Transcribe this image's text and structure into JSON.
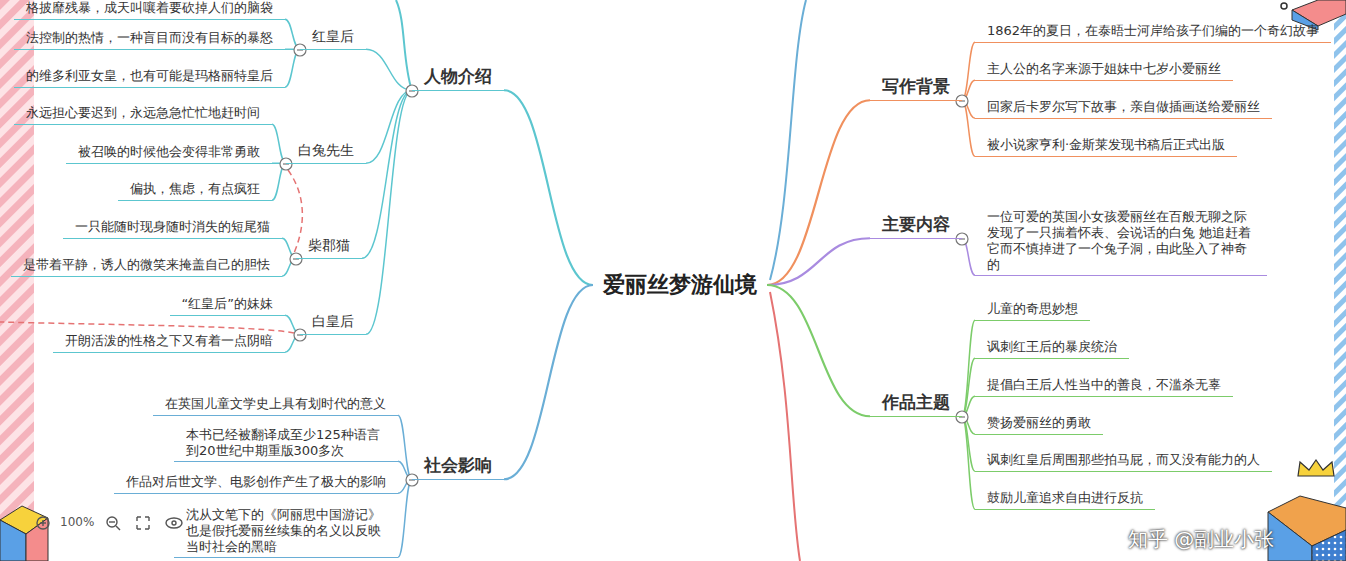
{
  "diagram": {
    "nodes": [
      {
        "text": [
          "爱丽丝梦游仙境"
        ]
      },
      {
        "text": [
          "人物介绍"
        ]
      },
      {
        "text": [
          "红皇后"
        ]
      },
      {
        "text": [
          "格披靡残暴，成天叫嚷着要砍掉人们的脑袋"
        ]
      },
      {
        "text": [
          "法控制的热情，一种盲目而没有目标的暴怒"
        ]
      },
      {
        "text": [
          "的维多利亚女皇，也有可能是玛格丽特皇后"
        ]
      },
      {
        "text": [
          "白兔先生"
        ]
      },
      {
        "text": [
          "永远担心要迟到，永远急急忙忙地赶时间"
        ]
      },
      {
        "text": [
          "被召唤的时候他会变得非常勇敢"
        ]
      },
      {
        "text": [
          "偏执，焦虑，有点疯狂"
        ]
      },
      {
        "text": [
          "柴郡猫"
        ]
      },
      {
        "text": [
          "一只能随时现身随时消失的短尾猫"
        ]
      },
      {
        "text": [
          "是带着平静，诱人的微笑来掩盖自己的胆怯"
        ]
      },
      {
        "text": [
          "白皇后"
        ]
      },
      {
        "text": [
          "“红皇后”的妹妹"
        ]
      },
      {
        "text": [
          "开朗活泼的性格之下又有着一点阴暗"
        ]
      },
      {
        "text": [
          "社会影响"
        ]
      },
      {
        "text": [
          "在英国儿童文学史上具有划时代的意义"
        ]
      },
      {
        "text": [
          "本书已经被翻译成至少125种语言 到20世纪中期重版300多次"
        ]
      },
      {
        "text": [
          "作品对后世文学、电影创作产生了极大的影响"
        ]
      },
      {
        "text": [
          "沈从文笔下的《阿丽思中国游记》 也是假托爱丽丝续集的名义以反映当时社会的黑暗"
        ]
      },
      {
        "text": [
          "写作背景"
        ]
      },
      {
        "text": [
          "1862年的夏日，在泰晤士河岸给孩子们编的一个奇幻故事"
        ]
      },
      {
        "text": [
          "主人公的名字来源于姐妹中七岁小爱丽丝"
        ]
      },
      {
        "text": [
          "回家后卡罗尔写下故事，亲自做插画送给爱丽丝"
        ]
      },
      {
        "text": [
          "被小说家亨利·金斯莱发现书稿后正式出版"
        ]
      },
      {
        "text": [
          "主要内容"
        ]
      },
      {
        "text": [
          "一位可爱的英国小女孩爱丽丝在百般无聊之际 发现了一只揣着怀表、会说话的白兔 她追赶着它而不慎掉进了一个兔子洞，由此坠入了神奇的"
        ]
      },
      {
        "text": [
          "作品主题"
        ]
      },
      {
        "text": [
          "儿童的奇思妙想"
        ]
      },
      {
        "text": [
          "讽刺红王后的暴戾统治"
        ]
      },
      {
        "text": [
          "提倡白王后人性当中的善良，不滥杀无辜"
        ]
      },
      {
        "text": [
          "赞扬爱丽丝的勇敢"
        ]
      },
      {
        "text": [
          "讽刺红皇后周围那些拍马屁，而又没有能力的人"
        ]
      },
      {
        "text": [
          "鼓励儿童追求自由进行反抗"
        ]
      }
    ],
    "edges": [
      {
        "from": 0,
        "to": 1,
        "arrow": "none"
      },
      {
        "from": 1,
        "to": 2,
        "arrow": "none"
      },
      {
        "from": 2,
        "to": 3,
        "arrow": "none"
      },
      {
        "from": 2,
        "to": 4,
        "arrow": "none"
      },
      {
        "from": 2,
        "to": 5,
        "arrow": "none"
      },
      {
        "from": 1,
        "to": 6,
        "arrow": "none"
      },
      {
        "from": 6,
        "to": 7,
        "arrow": "none"
      },
      {
        "from": 6,
        "to": 8,
        "arrow": "none"
      },
      {
        "from": 6,
        "to": 9,
        "arrow": "none"
      },
      {
        "from": 1,
        "to": 10,
        "arrow": "none"
      },
      {
        "from": 10,
        "to": 11,
        "arrow": "none"
      },
      {
        "from": 10,
        "to": 12,
        "arrow": "none"
      },
      {
        "from": 1,
        "to": 13,
        "arrow": "none"
      },
      {
        "from": 13,
        "to": 14,
        "arrow": "none"
      },
      {
        "from": 13,
        "to": 15,
        "arrow": "none"
      },
      {
        "from": 0,
        "to": 16,
        "arrow": "none"
      },
      {
        "from": 16,
        "to": 17,
        "arrow": "none"
      },
      {
        "from": 16,
        "to": 18,
        "arrow": "none"
      },
      {
        "from": 16,
        "to": 19,
        "arrow": "none"
      },
      {
        "from": 16,
        "to": 20,
        "arrow": "none"
      },
      {
        "from": 0,
        "to": 21,
        "arrow": "none"
      },
      {
        "from": 21,
        "to": 22,
        "arrow": "none"
      },
      {
        "from": 21,
        "to": 23,
        "arrow": "none"
      },
      {
        "from": 21,
        "to": 24,
        "arrow": "none"
      },
      {
        "from": 21,
        "to": 25,
        "arrow": "none"
      },
      {
        "from": 0,
        "to": 26,
        "arrow": "none"
      },
      {
        "from": 26,
        "to": 27,
        "arrow": "none"
      },
      {
        "from": 0,
        "to": 28,
        "arrow": "none"
      },
      {
        "from": 28,
        "to": 29,
        "arrow": "none"
      },
      {
        "from": 28,
        "to": 30,
        "arrow": "none"
      },
      {
        "from": 28,
        "to": 31,
        "arrow": "none"
      },
      {
        "from": 28,
        "to": 32,
        "arrow": "none"
      },
      {
        "from": 28,
        "to": 33,
        "arrow": "none"
      },
      {
        "from": 28,
        "to": 34,
        "arrow": "none"
      }
    ],
    "labels": [
      "100%",
      "知乎 @副业小张"
    ]
  }
}
